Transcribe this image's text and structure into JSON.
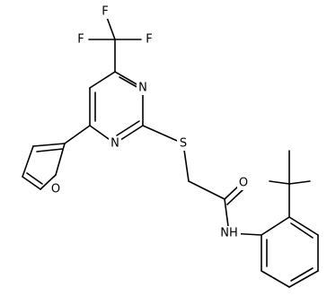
{
  "molecule": {
    "atoms": {
      "f1": "F",
      "f2": "F",
      "f3": "F",
      "n_upper": "N",
      "n_lower": "N",
      "o_furan": "O",
      "s": "S",
      "o_carbonyl": "O",
      "nh": "NH"
    }
  }
}
